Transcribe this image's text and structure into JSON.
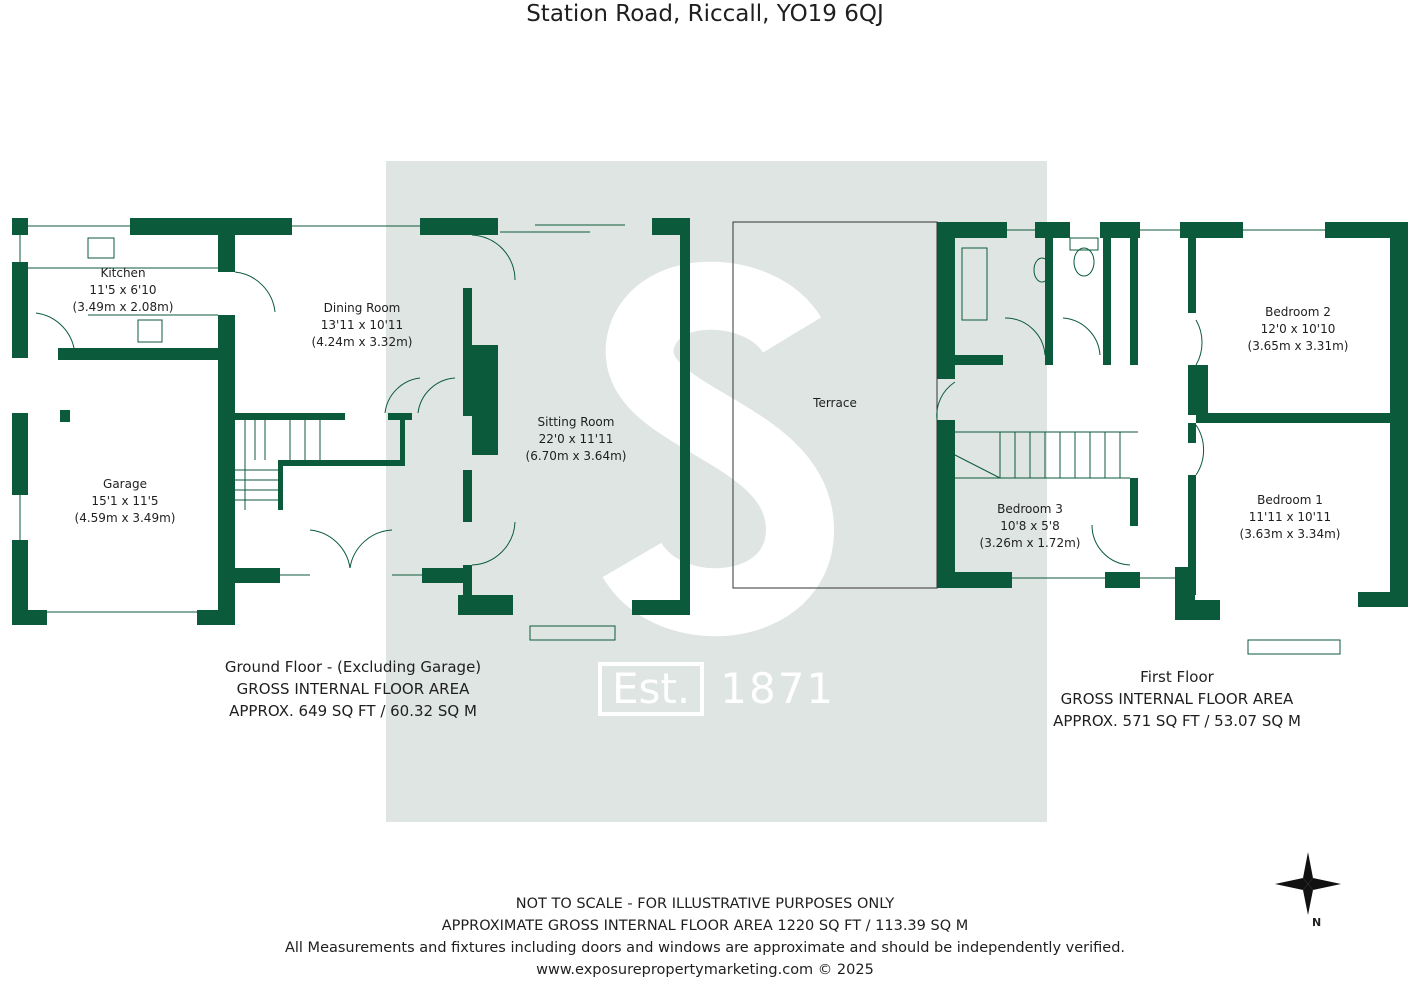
{
  "title": "Station Road, Riccall, YO19 6QJ",
  "colors": {
    "wall": "#0b5a3b",
    "watermark_bg": "#dfe5e2"
  },
  "watermark": {
    "letter": "S",
    "est_label": "Est.",
    "year": "1871"
  },
  "ground_floor": {
    "rooms": [
      {
        "name": "Kitchen",
        "imperial": "11'5 x 6'10",
        "metric": "(3.49m x 2.08m)"
      },
      {
        "name": "Dining Room",
        "imperial": "13'11 x 10'11",
        "metric": "(4.24m x 3.32m)"
      },
      {
        "name": "Sitting Room",
        "imperial": "22'0 x 11'11",
        "metric": "(6.70m x 3.64m)"
      },
      {
        "name": "Garage",
        "imperial": "15'1 x 11'5",
        "metric": "(4.59m x 3.49m)"
      }
    ],
    "area": {
      "line1": "Ground Floor - (Excluding Garage)",
      "line2": "GROSS INTERNAL FLOOR AREA",
      "line3": "APPROX. 649 SQ FT / 60.32 SQ M"
    }
  },
  "first_floor": {
    "rooms": [
      {
        "name": "Terrace"
      },
      {
        "name": "Bedroom 2",
        "imperial": "12'0 x 10'10",
        "metric": "(3.65m x 3.31m)"
      },
      {
        "name": "Bedroom 1",
        "imperial": "11'11 x 10'11",
        "metric": "(3.63m x 3.34m)"
      },
      {
        "name": "Bedroom 3",
        "imperial": "10'8 x 5'8",
        "metric": "(3.26m x 1.72m)"
      }
    ],
    "area": {
      "line1": "First Floor",
      "line2": "GROSS INTERNAL FLOOR AREA",
      "line3": "APPROX. 571 SQ FT / 53.07 SQ M"
    }
  },
  "compass": {
    "label": "N"
  },
  "footer": {
    "line1": "NOT TO SCALE - FOR ILLUSTRATIVE PURPOSES ONLY",
    "line2": "APPROXIMATE GROSS INTERNAL FLOOR AREA 1220 SQ FT / 113.39 SQ M",
    "line3": "All Measurements and fixtures including doors and windows are approximate and should be independently verified.",
    "line4": "www.exposurepropertymarketing.com © 2025"
  }
}
